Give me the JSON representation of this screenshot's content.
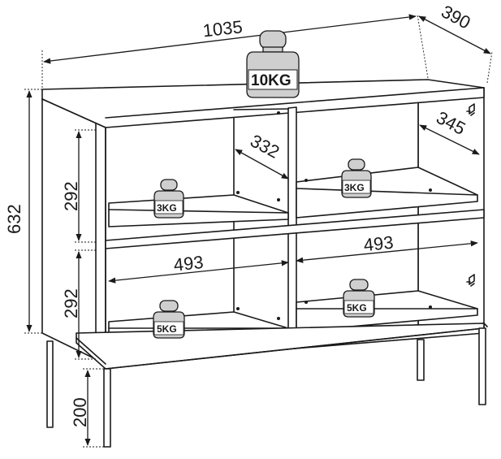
{
  "dimensions": {
    "width": "1035",
    "depth": "390",
    "height": "632",
    "inner_depth_left": "332",
    "inner_depth_right": "345",
    "upper_compartment_height": "292",
    "lower_compartment_height": "292",
    "compartment_width_left": "493",
    "compartment_width_right": "493",
    "leg_height": "200"
  },
  "load_limits": {
    "top": "10KG",
    "upper_left_shelf": "3KG",
    "upper_right_shelf": "3KG",
    "lower_left_shelf": "5KG",
    "lower_right_shelf": "5KG"
  }
}
